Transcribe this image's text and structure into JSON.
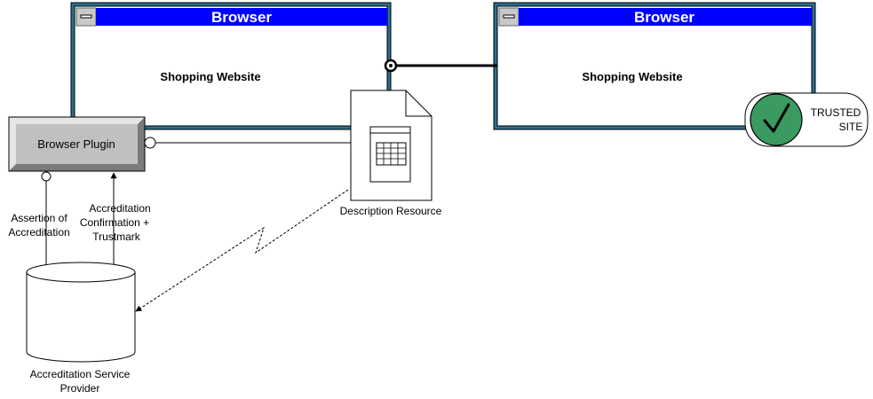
{
  "browser_left": {
    "title": "Browser",
    "content": "Shopping Website"
  },
  "browser_right": {
    "title": "Browser",
    "content": "Shopping Website"
  },
  "browser_plugin": {
    "label": "Browser Plugin"
  },
  "description_resource": {
    "label": "Description Resource"
  },
  "trusted_badge": {
    "line1": "TRUSTED",
    "line2": "SITE",
    "icon": "checkmark-icon"
  },
  "assertion_label": {
    "line1": "Assertion of",
    "line2": "Accreditation"
  },
  "confirmation_label": {
    "line1": "Accreditation",
    "line2": "Confirmation +",
    "line3": "Trustmark"
  },
  "service_provider": {
    "line1": "Accreditation Service",
    "line2": "Provider"
  },
  "colors": {
    "titlebar": "#0000ff",
    "frame": "#2a6f8f",
    "plugin": "#c0c0c0",
    "trusted_circle": "#3a9a60"
  }
}
